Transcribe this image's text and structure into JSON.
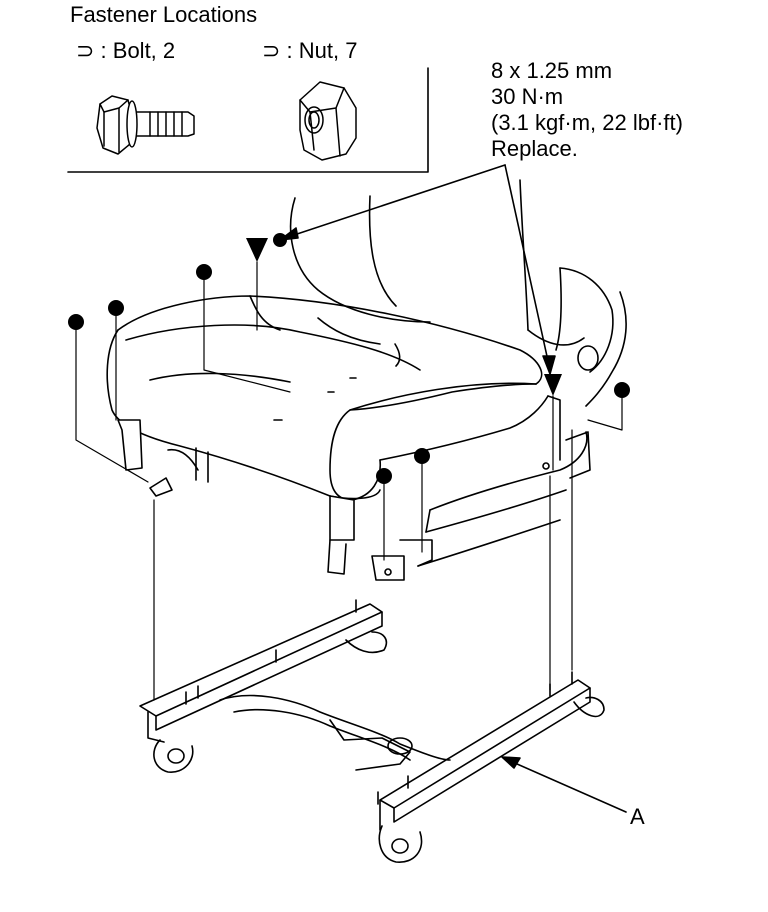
{
  "legend": {
    "title": "Fastener Locations",
    "bolt": "⊃ : Bolt, 2",
    "nut": "⊃ : Nut, 7"
  },
  "spec": {
    "size": "8 x 1.25 mm",
    "torque_nm": "30 N·m",
    "torque_alt": "(3.1 kgf·m, 22 lbf·ft)",
    "note": "Replace."
  },
  "callout": {
    "label": "A"
  }
}
